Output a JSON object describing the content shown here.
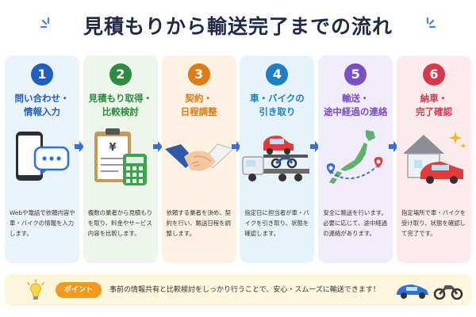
{
  "title": "見積もりから輸送完了までの流れ",
  "colors": {
    "title": "#1f2a44",
    "arrow": "#3b6fd6",
    "sparkle": "#4a7be0",
    "tip_bg": "#fdf6dc",
    "tip_badge": "#f39a1e"
  },
  "steps": [
    {
      "number": "1",
      "title": "問い合わせ・\n情報入力",
      "description": "Webや電話で依頼内容や車・バイクの情報を入力します。",
      "icon": "smartphone-chat-icon",
      "color": "#1f5fbf",
      "bg": "#eaf2fb"
    },
    {
      "number": "2",
      "title": "見積もり取得・\n比較検討",
      "description": "複数の業者から見積もりを取り、料金やサービス内容を比較します。",
      "icon": "clipboard-calculator-icon",
      "color": "#2e8b3d",
      "bg": "#edf6ea"
    },
    {
      "number": "3",
      "title": "契約・\n日程調整",
      "description": "依頼する業者を決め、契約を行い、輸送日程を調整します。",
      "icon": "handshake-icon",
      "color": "#e07b12",
      "bg": "#fdf1e3"
    },
    {
      "number": "4",
      "title": "車・バイクの\n引き取り",
      "description": "指定日に担当者が車・バイクを引き取り、状態を確認します。",
      "icon": "carrier-truck-icon",
      "color": "#1e7fc9",
      "bg": "#e6f3fb"
    },
    {
      "number": "5",
      "title": "輸送・\n途中経過の連絡",
      "description": "安全に輸送を行います。必要に応じて、途中経過の連絡があります。",
      "icon": "japan-map-route-icon",
      "color": "#7a4fc4",
      "bg": "#f1ecf9"
    },
    {
      "number": "6",
      "title": "納車・\n完了確認",
      "description": "指定場所で車・バイクを受け取り、状態を確認して完了です。",
      "icon": "house-car-icon",
      "color": "#d8394a",
      "bg": "#fcebed"
    }
  ],
  "tip": {
    "badge": "ポイント",
    "text": "事前の情報共有と比較検討をしっかり行うことで、安心・スムーズに輸送できます！",
    "icons": [
      "lightbulb-icon",
      "car-icon",
      "motorcycle-icon"
    ]
  }
}
